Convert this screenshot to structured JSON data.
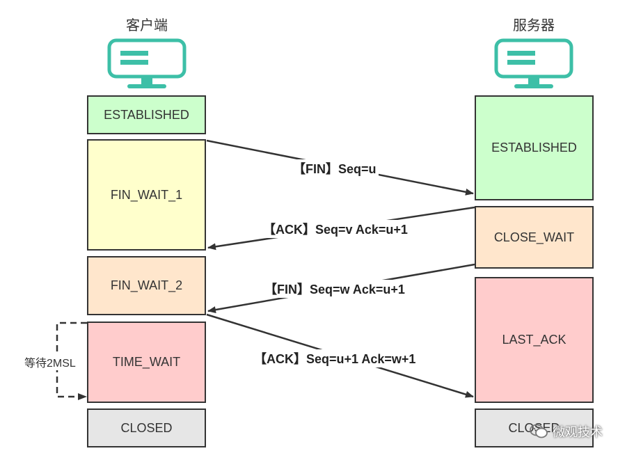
{
  "client": {
    "label": "客户端"
  },
  "server": {
    "label": "服务器"
  },
  "colors": {
    "teal": "#3dbfa7",
    "green": "#ccffcc",
    "yellow": "#ffffcc",
    "peach": "#ffe6cc",
    "pink": "#ffcccc",
    "gray": "#e6e6e6"
  },
  "client_states": [
    {
      "label": "ESTABLISHED",
      "color": "green"
    },
    {
      "label": "FIN_WAIT_1",
      "color": "yellow"
    },
    {
      "label": "FIN_WAIT_2",
      "color": "peach"
    },
    {
      "label": "TIME_WAIT",
      "color": "pink"
    },
    {
      "label": "CLOSED",
      "color": "gray"
    }
  ],
  "server_states": [
    {
      "label": "ESTABLISHED",
      "color": "green"
    },
    {
      "label": "CLOSE_WAIT",
      "color": "peach"
    },
    {
      "label": "LAST_ACK",
      "color": "pink"
    },
    {
      "label": "CLOSED",
      "color": "gray"
    }
  ],
  "messages": [
    {
      "label": "【FIN】Seq=u"
    },
    {
      "label": "【ACK】Seq=v Ack=u+1"
    },
    {
      "label": "【FIN】Seq=w Ack=u+1"
    },
    {
      "label": "【ACK】Seq=u+1 Ack=w+1"
    }
  ],
  "wait": {
    "label": "等待2MSL"
  },
  "watermark": {
    "label": "微观技术"
  }
}
